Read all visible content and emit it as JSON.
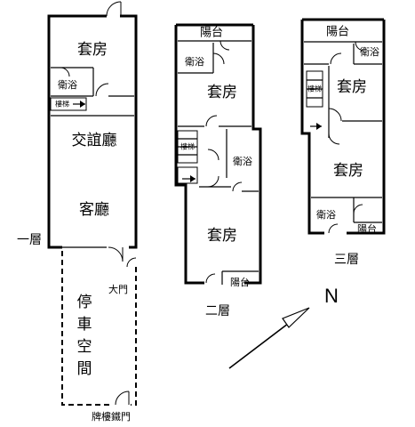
{
  "floors": [
    {
      "label": "一層",
      "rooms": {
        "suite": "套房",
        "bath": "衛浴",
        "stairs": "樓梯",
        "social_hall": "交誼廳",
        "living_room": "客廳",
        "main_door": "大門"
      },
      "parking": [
        "停",
        "車",
        "空",
        "間"
      ],
      "gate": "牌樓鐵門"
    },
    {
      "label": "二層",
      "rooms": {
        "balcony_top": "陽台",
        "bath_top": "衛浴",
        "suite_top": "套房",
        "stairs": "樓梯",
        "bath_mid": "衛浴",
        "suite_bottom": "套房",
        "balcony_bottom": "陽台"
      }
    },
    {
      "label": "三層",
      "rooms": {
        "balcony_top": "陽台",
        "bath_top": "衛浴",
        "stairs": "樓梯",
        "suite_top": "套房",
        "suite_bottom": "套房",
        "bath_bottom": "衛浴",
        "balcony_bottom": "陽台"
      }
    }
  ],
  "compass": {
    "label": "N"
  }
}
